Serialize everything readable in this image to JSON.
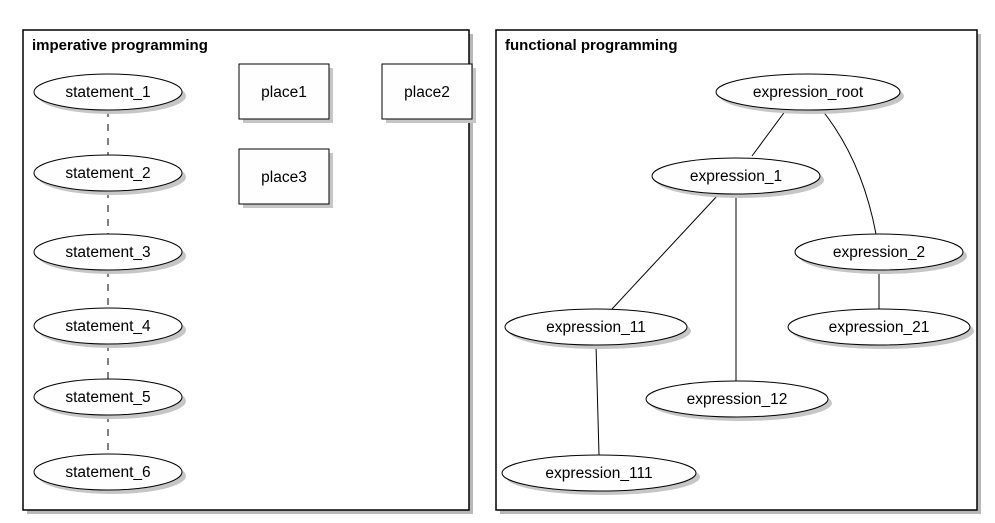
{
  "imperative": {
    "title": "imperative programming",
    "statements": [
      "statement_1",
      "statement_2",
      "statement_3",
      "statement_4",
      "statement_5",
      "statement_6"
    ],
    "places": [
      "place1",
      "place2",
      "place3"
    ]
  },
  "functional": {
    "title": "functional programming",
    "expressions": [
      "expression_root",
      "expression_1",
      "expression_2",
      "expression_11",
      "expression_12",
      "expression_21",
      "expression_111"
    ]
  },
  "colors": {
    "node_fill": "#fefefe",
    "stroke": "#000000",
    "shadow": "#c6c6c6"
  }
}
